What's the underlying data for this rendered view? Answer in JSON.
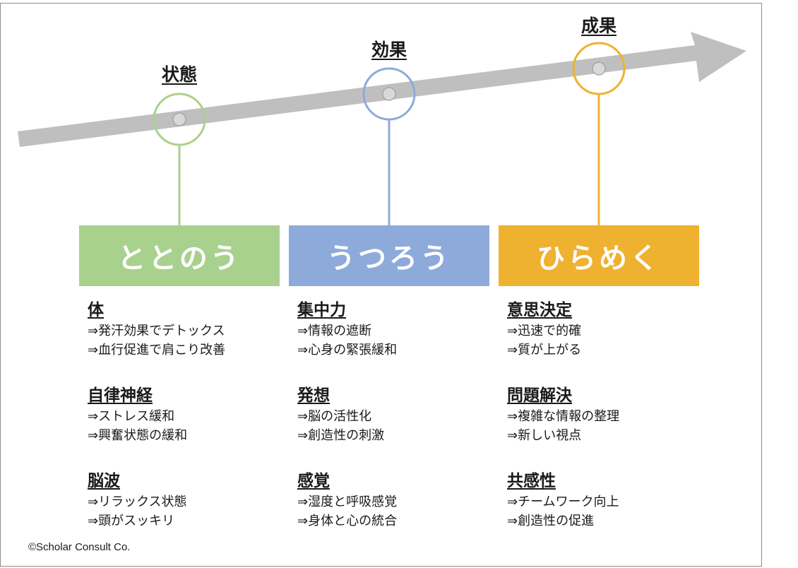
{
  "stages": [
    {
      "id": "state",
      "label": "状態",
      "banner": "ととのう",
      "color": "#a9d18e",
      "groups": [
        {
          "title": "体",
          "items": [
            "⇒発汗効果でデトックス",
            "⇒血行促進で肩こり改善"
          ]
        },
        {
          "title": "自律神経",
          "items": [
            "⇒ストレス緩和",
            "⇒興奮状態の緩和"
          ]
        },
        {
          "title": "脳波",
          "items": [
            "⇒リラックス状態",
            "⇒頭がスッキリ"
          ]
        }
      ]
    },
    {
      "id": "effect",
      "label": "効果",
      "banner": "うつろう",
      "color": "#8eaadb",
      "groups": [
        {
          "title": "集中力",
          "items": [
            "⇒情報の遮断",
            "⇒心身の緊張緩和"
          ]
        },
        {
          "title": "発想",
          "items": [
            "⇒脳の活性化",
            "⇒創造性の刺激"
          ]
        },
        {
          "title": "感覚",
          "items": [
            "⇒湿度と呼吸感覚",
            "⇒身体と心の統合"
          ]
        }
      ]
    },
    {
      "id": "result",
      "label": "成果",
      "banner": "ひらめく",
      "color": "#efb130",
      "groups": [
        {
          "title": "意思決定",
          "items": [
            "⇒迅速で的確",
            "⇒質が上がる"
          ]
        },
        {
          "title": "問題解決",
          "items": [
            "⇒複雑な情報の整理",
            "⇒新しい視点"
          ]
        },
        {
          "title": "共感性",
          "items": [
            "⇒チームワーク向上",
            "⇒創造性の促進"
          ]
        }
      ]
    }
  ],
  "arrow_color": "#bfbfbf",
  "copyright": "©Scholar Consult Co."
}
